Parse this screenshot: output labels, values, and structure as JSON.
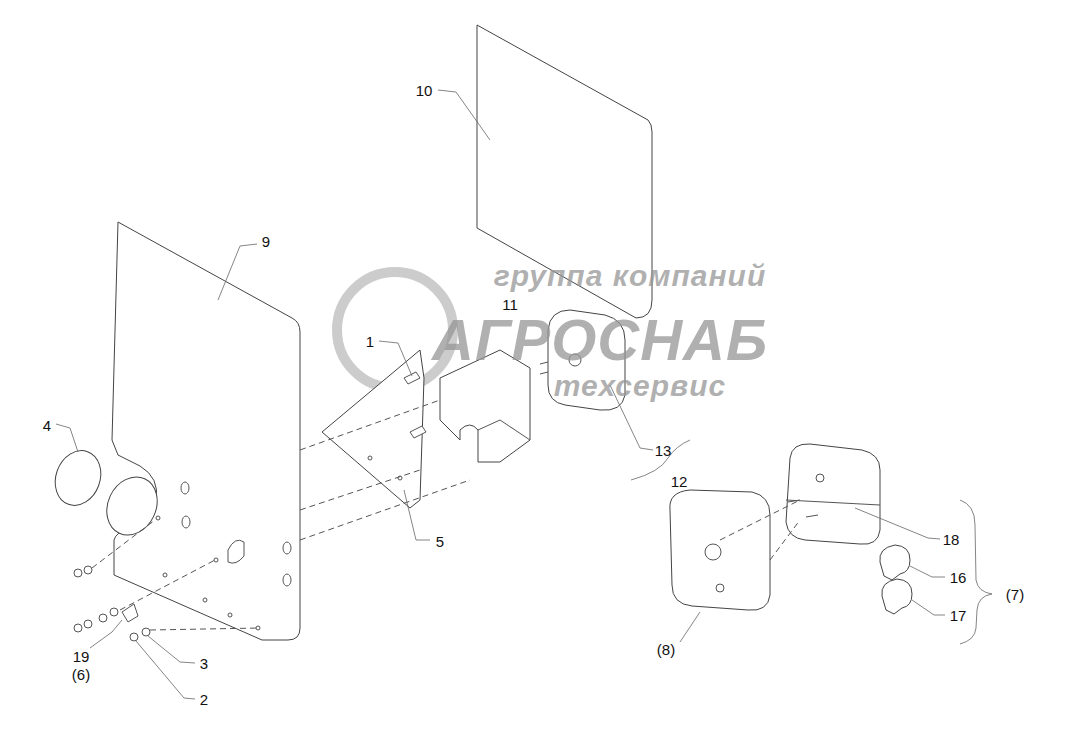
{
  "diagram": {
    "labels": [
      "10",
      "9",
      "группа компаний",
      "11",
      "АГРОСНАБ",
      "1",
      "техсервис",
      "4",
      "13",
      "12",
      "18",
      "5",
      "16",
      "(7)",
      "17",
      "(8)",
      "19",
      "(6)",
      "3",
      "2"
    ]
  }
}
